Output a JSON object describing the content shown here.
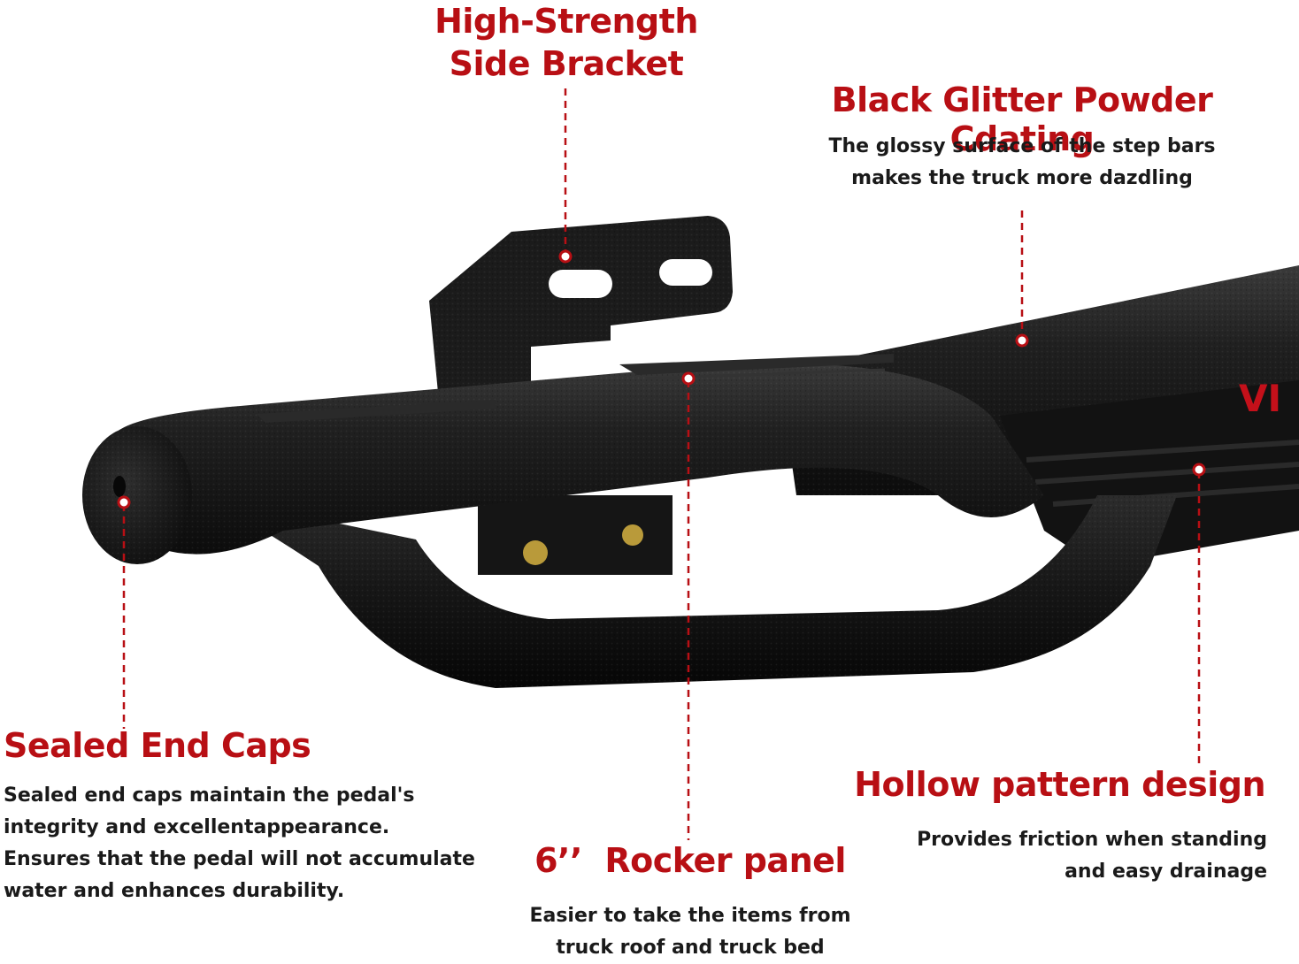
{
  "colors": {
    "accent": "#b80f14",
    "text": "#1a1a1a",
    "product": "#1c1c1c",
    "background": "#ffffff"
  },
  "product": {
    "description": "Black textured nerf step bar with side mounting bracket",
    "logo_text": "VI"
  },
  "callouts": {
    "bracket": {
      "title_lines": [
        "High-Strength",
        "Side Bracket"
      ]
    },
    "coating": {
      "title": "Black Glitter Powder Cdating",
      "desc_lines": [
        "The glossy surface of the step bars",
        "makes the truck more dazdling"
      ]
    },
    "end_caps": {
      "title": "Sealed End Caps",
      "desc_lines": [
        "Sealed end caps maintain the pedal's",
        "integrity and excellentappearance.",
        "Ensures that the pedal will not accumulate",
        "water and enhances durability."
      ]
    },
    "rocker": {
      "title": "6’’  Rocker panel",
      "desc_lines": [
        "Easier to take the items from",
        "truck roof and truck bed"
      ]
    },
    "hollow": {
      "title": "Hollow pattern design",
      "desc_lines": [
        "Provides friction when standing",
        "and easy drainage"
      ]
    }
  }
}
